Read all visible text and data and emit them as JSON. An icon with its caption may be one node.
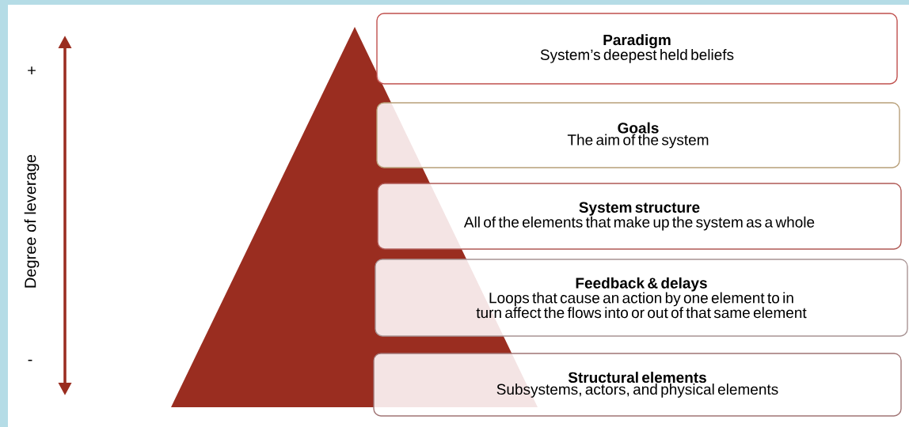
{
  "diagram": {
    "nodes": [
      {
        "text": [
          "Paradigm",
          "System’s deepest held beliefs"
        ]
      },
      {
        "text": [
          "Goals",
          "The aim of the system"
        ]
      },
      {
        "text": [
          "System structure",
          "All of the elements that make up the system as a whole"
        ]
      },
      {
        "text": [
          "Feedback & delays",
          "Loops that cause an action by one element to in turn affect the flows into or out of that same element"
        ]
      },
      {
        "text": [
          "Structural elements",
          "Subsystems, actors, and physical elements"
        ]
      }
    ],
    "labels": [
      "+",
      "Degree of leverage",
      "-"
    ]
  }
}
